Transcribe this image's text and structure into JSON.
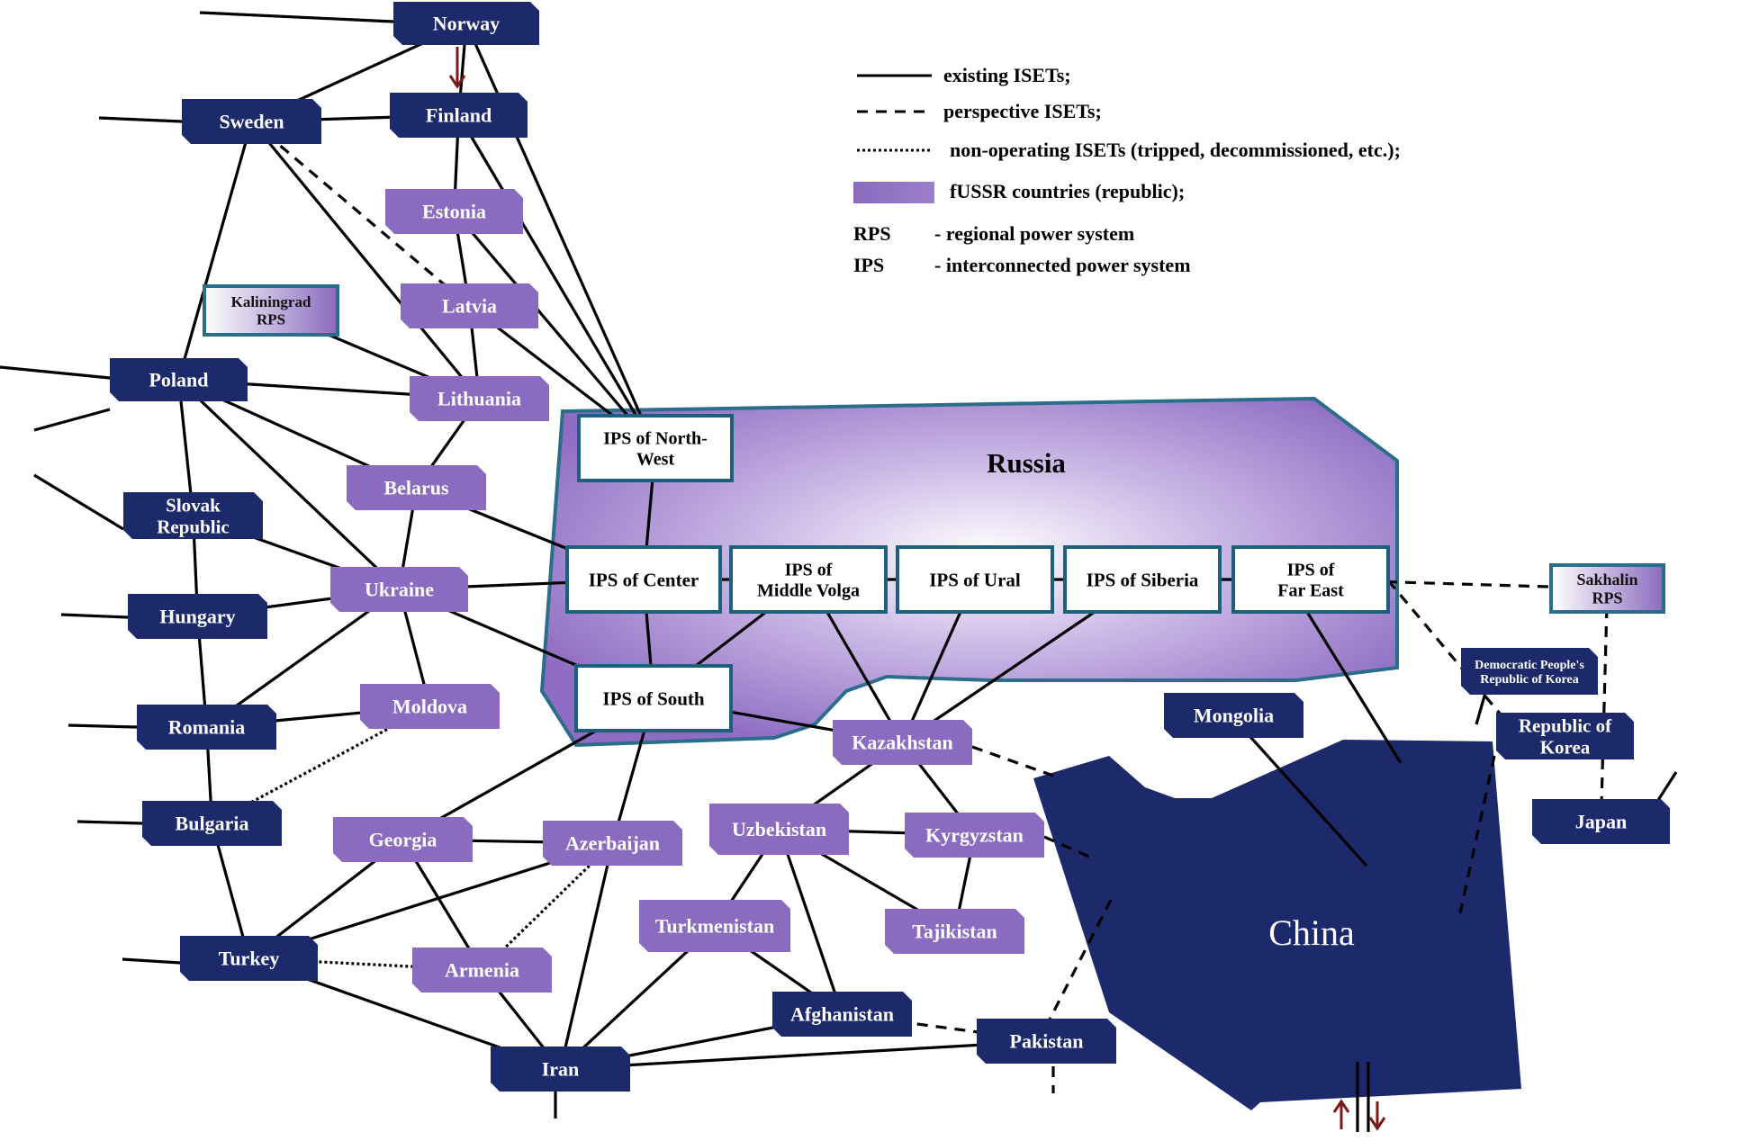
{
  "legend": {
    "existing": "existing ISETs;",
    "perspective": "perspective ISETs;",
    "nonoperating": "non-operating ISETs (tripped, decommissioned, etc.);",
    "fussr": "fUSSR countries (republic);",
    "rps_abbr": "RPS",
    "rps_text": "- regional power system",
    "ips_abbr": "IPS",
    "ips_text": "- interconnected power system"
  },
  "russia_label": "Russia",
  "china_label": "China",
  "colors": {
    "foreign": "#1c2a6b",
    "fussr": "#8a6bbf",
    "russia_outline": "#2a6e8c",
    "ips_border": "#1f5f7e",
    "line": "#000000",
    "arrow": "#7a1a1a"
  },
  "nodes": {
    "norway": "Norway",
    "sweden": "Sweden",
    "finland": "Finland",
    "estonia": "Estonia",
    "latvia": "Latvia",
    "kaliningrad": [
      "Kaliningrad",
      "RPS"
    ],
    "lithuania": "Lithuania",
    "poland": "Poland",
    "belarus": "Belarus",
    "slovak": [
      "Slovak",
      "Republic"
    ],
    "ukraine": "Ukraine",
    "hungary": "Hungary",
    "moldova": "Moldova",
    "romania": "Romania",
    "bulgaria": "Bulgaria",
    "georgia": "Georgia",
    "azerbaijan": "Azerbaijan",
    "armenia": "Armenia",
    "turkey": "Turkey",
    "iran": "Iran",
    "kazakhstan": "Kazakhstan",
    "uzbekistan": "Uzbekistan",
    "kyrgyzstan": "Kyrgyzstan",
    "turkmenistan": "Turkmenistan",
    "tajikistan": "Tajikistan",
    "afghanistan": "Afghanistan",
    "pakistan": "Pakistan",
    "mongolia": "Mongolia",
    "dprk": [
      "Democratic People's",
      "Republic of Korea"
    ],
    "rok": [
      "Republic of",
      "Korea"
    ],
    "japan": "Japan",
    "sakhalin": [
      "Sakhalin",
      "RPS"
    ],
    "ips_nw": [
      "IPS of North-",
      "West"
    ],
    "ips_center": "IPS of Center",
    "ips_mv": [
      "IPS of",
      "Middle Volga"
    ],
    "ips_ural": "IPS of Ural",
    "ips_siberia": "IPS of Siberia",
    "ips_fe": [
      "IPS of",
      "Far East"
    ],
    "ips_south": "IPS of South"
  }
}
